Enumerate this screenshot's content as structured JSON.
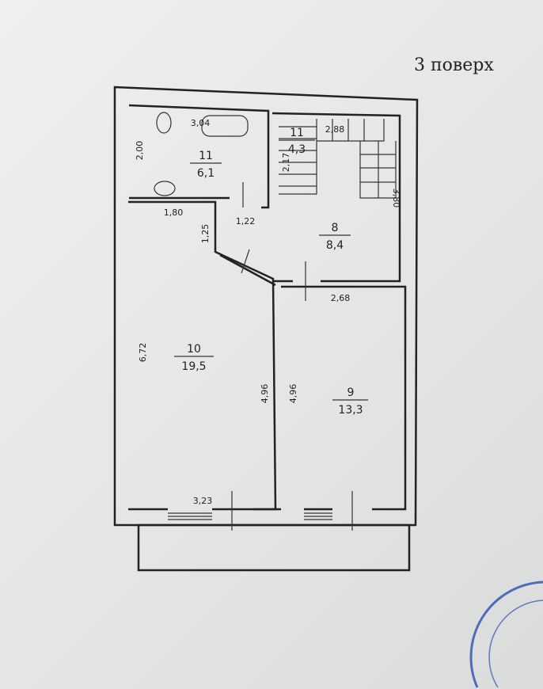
{
  "title": "3 поверх",
  "rooms": [
    {
      "number": "11",
      "area": "6,1"
    },
    {
      "number": "11",
      "area": "4,3"
    },
    {
      "number": "8",
      "area": "8,4"
    },
    {
      "number": "10",
      "area": "19,5"
    },
    {
      "number": "9",
      "area": "13,3"
    }
  ],
  "dimensions": {
    "bath_width": "3,04",
    "bath_height": "2,00",
    "stair_height": "2,17",
    "stair_width": "2,88",
    "hall_height": "3,80",
    "room10_top": "1,80",
    "hall_door": "1,22",
    "room10_notch": "1,25",
    "room9_top": "2,68",
    "room10_height": "6,72",
    "room10_inner": "4,96",
    "room9_height": "4,96",
    "room10_bottom": "3,23"
  }
}
